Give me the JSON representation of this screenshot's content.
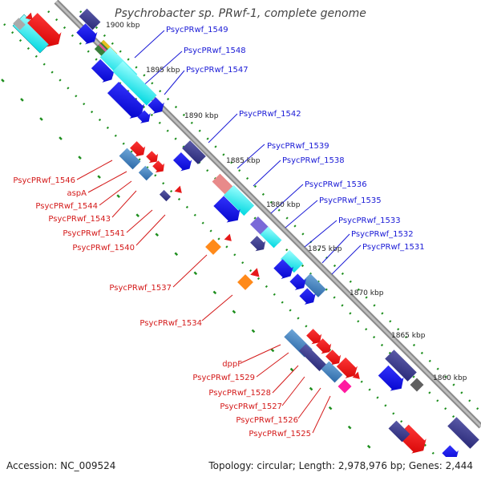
{
  "title": "Psychrobacter sp. PRwf-1, complete genome",
  "footer": {
    "accession": "Accession: NC_009524",
    "info": "Topology: circular; Length: 2,978,976 bp; Genes: 2,444"
  },
  "kbp_labels": [
    "1900 kbp",
    "1895 kbp",
    "1890 kbp",
    "1885 kbp",
    "1880 kbp",
    "1875 kbp",
    "1870 kbp",
    "1865 kbp",
    "1860 kbp"
  ],
  "labels_upper": [
    "PsycPRwf_1549",
    "PsycPRwf_1548",
    "PsycPRwf_1547",
    "PsycPRwf_1542",
    "PsycPRwf_1539",
    "PsycPRwf_1538",
    "PsycPRwf_1536",
    "PsycPRwf_1535",
    "PsycPRwf_1533",
    "PsycPRwf_1532",
    "PsycPRwf_1531"
  ],
  "labels_lower": [
    "PsycPRwf_1546",
    "aspA",
    "PsycPRwf_1544",
    "PsycPRwf_1543",
    "PsycPRwf_1541",
    "PsycPRwf_1540",
    "PsycPRwf_1537",
    "PsycPRwf_1534",
    "dppF",
    "PsycPRwf_1529",
    "PsycPRwf_1528",
    "PsycPRwf_1527",
    "PsycPRwf_1526",
    "PsycPRwf_1525"
  ],
  "colors": {
    "upper_label": "#1a1ad6",
    "lower_label": "#d41a1a",
    "backbone": "#8a8a8a",
    "dotted_track": "#1f8f1f"
  }
}
